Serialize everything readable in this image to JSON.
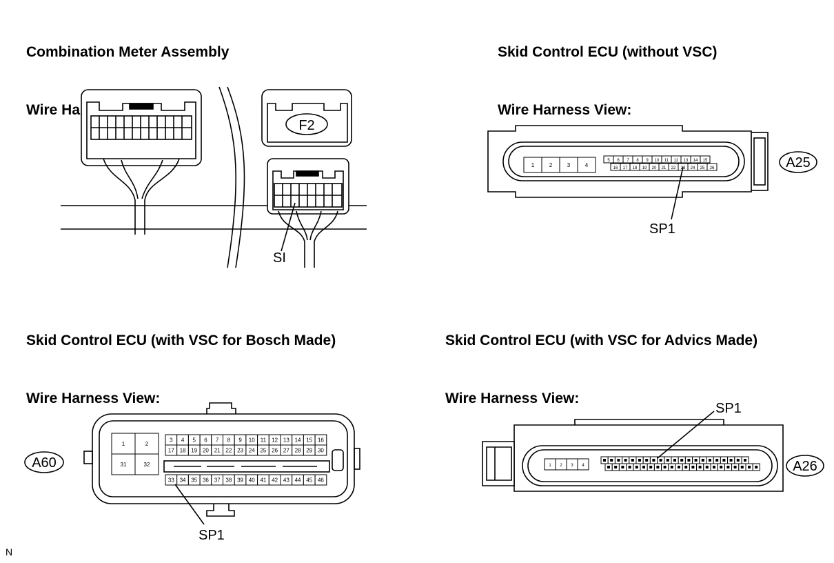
{
  "panels": {
    "combination_meter": {
      "title": "Combination Meter Assembly",
      "subtitle": "Wire Harness View:",
      "connector_tag": "F2",
      "pin_label": "SI"
    },
    "skid_without_vsc": {
      "title": "Skid Control ECU (without VSC)",
      "subtitle": "Wire Harness View:",
      "connector_tag": "A25",
      "pin_label": "SP1",
      "pins_large": [
        "1",
        "2",
        "3",
        "4"
      ],
      "pins_row1": [
        "5",
        "6",
        "7",
        "8",
        "9",
        "10",
        "11",
        "12",
        "13",
        "14",
        "15"
      ],
      "pins_row2": [
        "16",
        "17",
        "18",
        "19",
        "20",
        "21",
        "22",
        "23",
        "24",
        "25",
        "26"
      ]
    },
    "skid_bosch": {
      "title": "Skid Control ECU (with VSC for Bosch Made)",
      "subtitle": "Wire Harness View:",
      "connector_tag": "A60",
      "pin_label": "SP1",
      "pins_large": [
        "1",
        "2",
        "31",
        "32"
      ],
      "pins_row1": [
        "3",
        "4",
        "5",
        "6",
        "7",
        "8",
        "9",
        "10",
        "11",
        "12",
        "13",
        "14",
        "15",
        "16"
      ],
      "pins_row2": [
        "17",
        "18",
        "19",
        "20",
        "21",
        "22",
        "23",
        "24",
        "25",
        "26",
        "27",
        "28",
        "29",
        "30"
      ],
      "pins_row3": [
        "33",
        "34",
        "35",
        "36",
        "37",
        "38",
        "39",
        "40",
        "41",
        "42",
        "43",
        "44",
        "45",
        "46"
      ]
    },
    "skid_advics": {
      "title": "Skid Control ECU (with VSC for Advics Made)",
      "subtitle": "Wire Harness View:",
      "connector_tag": "A26",
      "pin_label": "SP1",
      "pins_large": [
        "1",
        "2",
        "3",
        "4"
      ]
    }
  },
  "footer_code": "N"
}
